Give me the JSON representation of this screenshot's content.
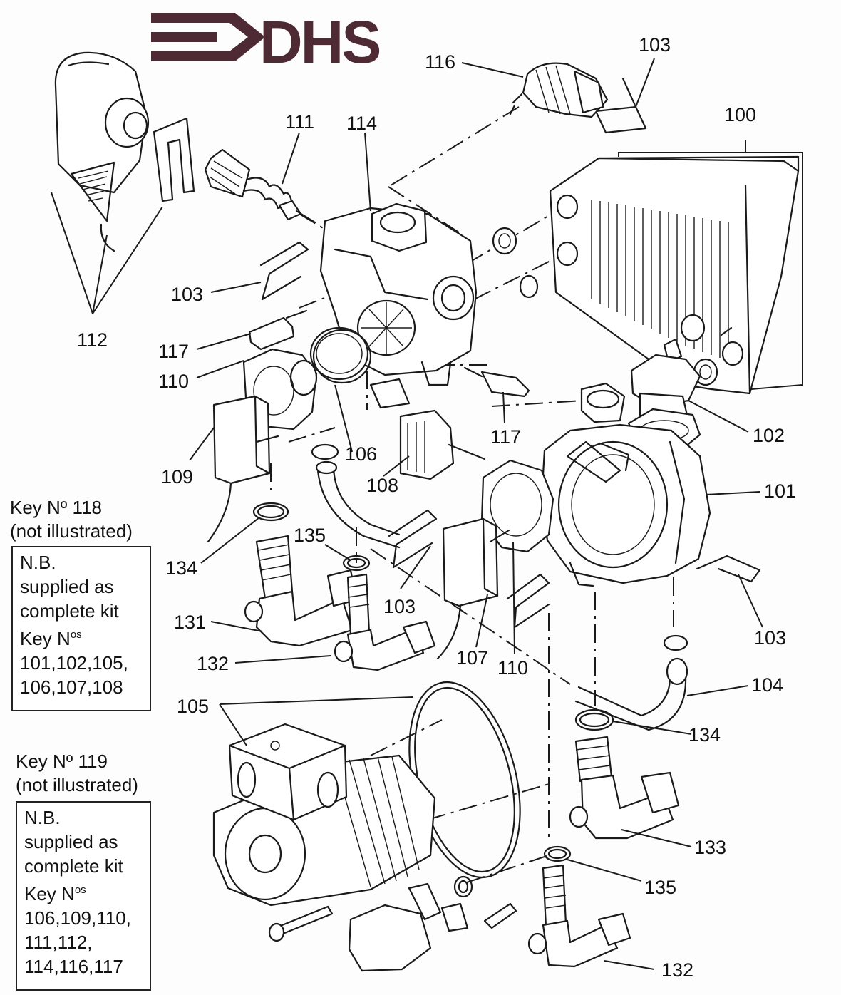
{
  "logo": {
    "text": "DHS"
  },
  "callouts": {
    "c100": "100",
    "c101": "101",
    "c102": "102",
    "c103a": "103",
    "c103b": "103",
    "c103c": "103",
    "c103d": "103",
    "c104": "104",
    "c105": "105",
    "c106": "106",
    "c107": "107",
    "c108": "108",
    "c109": "109",
    "c110a": "110",
    "c110b": "110",
    "c111": "111",
    "c112": "112",
    "c114": "114",
    "c116": "116",
    "c117a": "117",
    "c117b": "117",
    "c131": "131",
    "c132a": "132",
    "c132b": "132",
    "c133": "133",
    "c134a": "134",
    "c134b": "134",
    "c135a": "135",
    "c135b": "135"
  },
  "notes": [
    {
      "heading_line1": "Key Nº 118",
      "heading_line2": "(not illustrated)",
      "box_lines": [
        "N.B.",
        "supplied as",
        "complete kit"
      ],
      "key_label": "Key N",
      "key_sup": "os",
      "number_lines": [
        "101,102,105,",
        "106,107,108"
      ]
    },
    {
      "heading_line1": "Key Nº 119",
      "heading_line2": "(not illustrated)",
      "box_lines": [
        "N.B.",
        "supplied as",
        "complete kit"
      ],
      "key_label": "Key N",
      "key_sup": "os",
      "number_lines": [
        "106,109,110,",
        "111,112,",
        "114,116,117"
      ]
    }
  ]
}
